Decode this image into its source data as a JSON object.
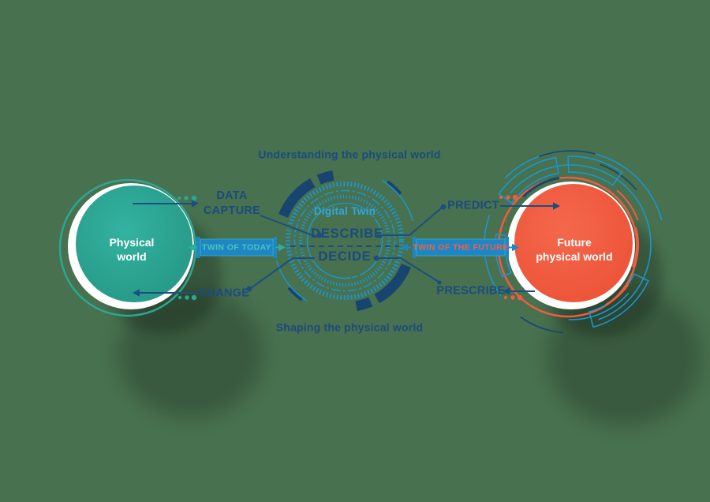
{
  "title": "Digital twin infographic",
  "colors": {
    "background": "#48714f",
    "navy_text": "#1b4b7e",
    "arc_navy": "#17456f",
    "ring_blue": "#1b96cc",
    "light_blue_text": "#2fa8dc",
    "teal": "#2aa795",
    "orange": "#f15b40",
    "ribbon_blue": "#1f86c5",
    "today_text_color": "#49c7b6",
    "future_text_color": "#f3613f",
    "white": "#ffffff"
  },
  "captions": {
    "top": "Understanding the physical world",
    "bottom": "Shaping the physical world"
  },
  "left_circle": {
    "line1": "Physical",
    "line2": "world"
  },
  "right_circle": {
    "line1": "Future",
    "line2": "physical world"
  },
  "center": {
    "title": "Digital Twin",
    "describe": "DESCRIBE",
    "decide": "DECIDE"
  },
  "process_labels": {
    "data_capture_line1": "DATA",
    "data_capture_line2": "CAPTURE",
    "change": "CHANGE",
    "predict": "PREDICT",
    "prescribe": "PRESCRIBE"
  },
  "ribbons": {
    "today": "TWIN OF TODAY",
    "future": "TWIN OF THE FUTURE"
  }
}
